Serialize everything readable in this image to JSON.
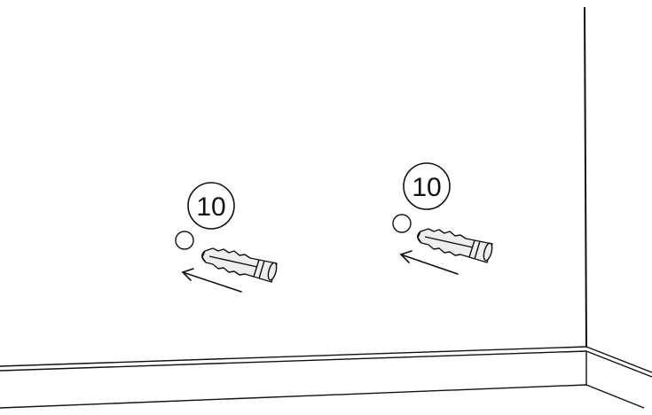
{
  "diagram": {
    "callouts": [
      {
        "id": "left",
        "label": "10"
      },
      {
        "id": "right",
        "label": "10"
      }
    ],
    "colors": {
      "ink": "#111111",
      "plug_fill": "#eeeeee",
      "background": "#ffffff"
    }
  }
}
